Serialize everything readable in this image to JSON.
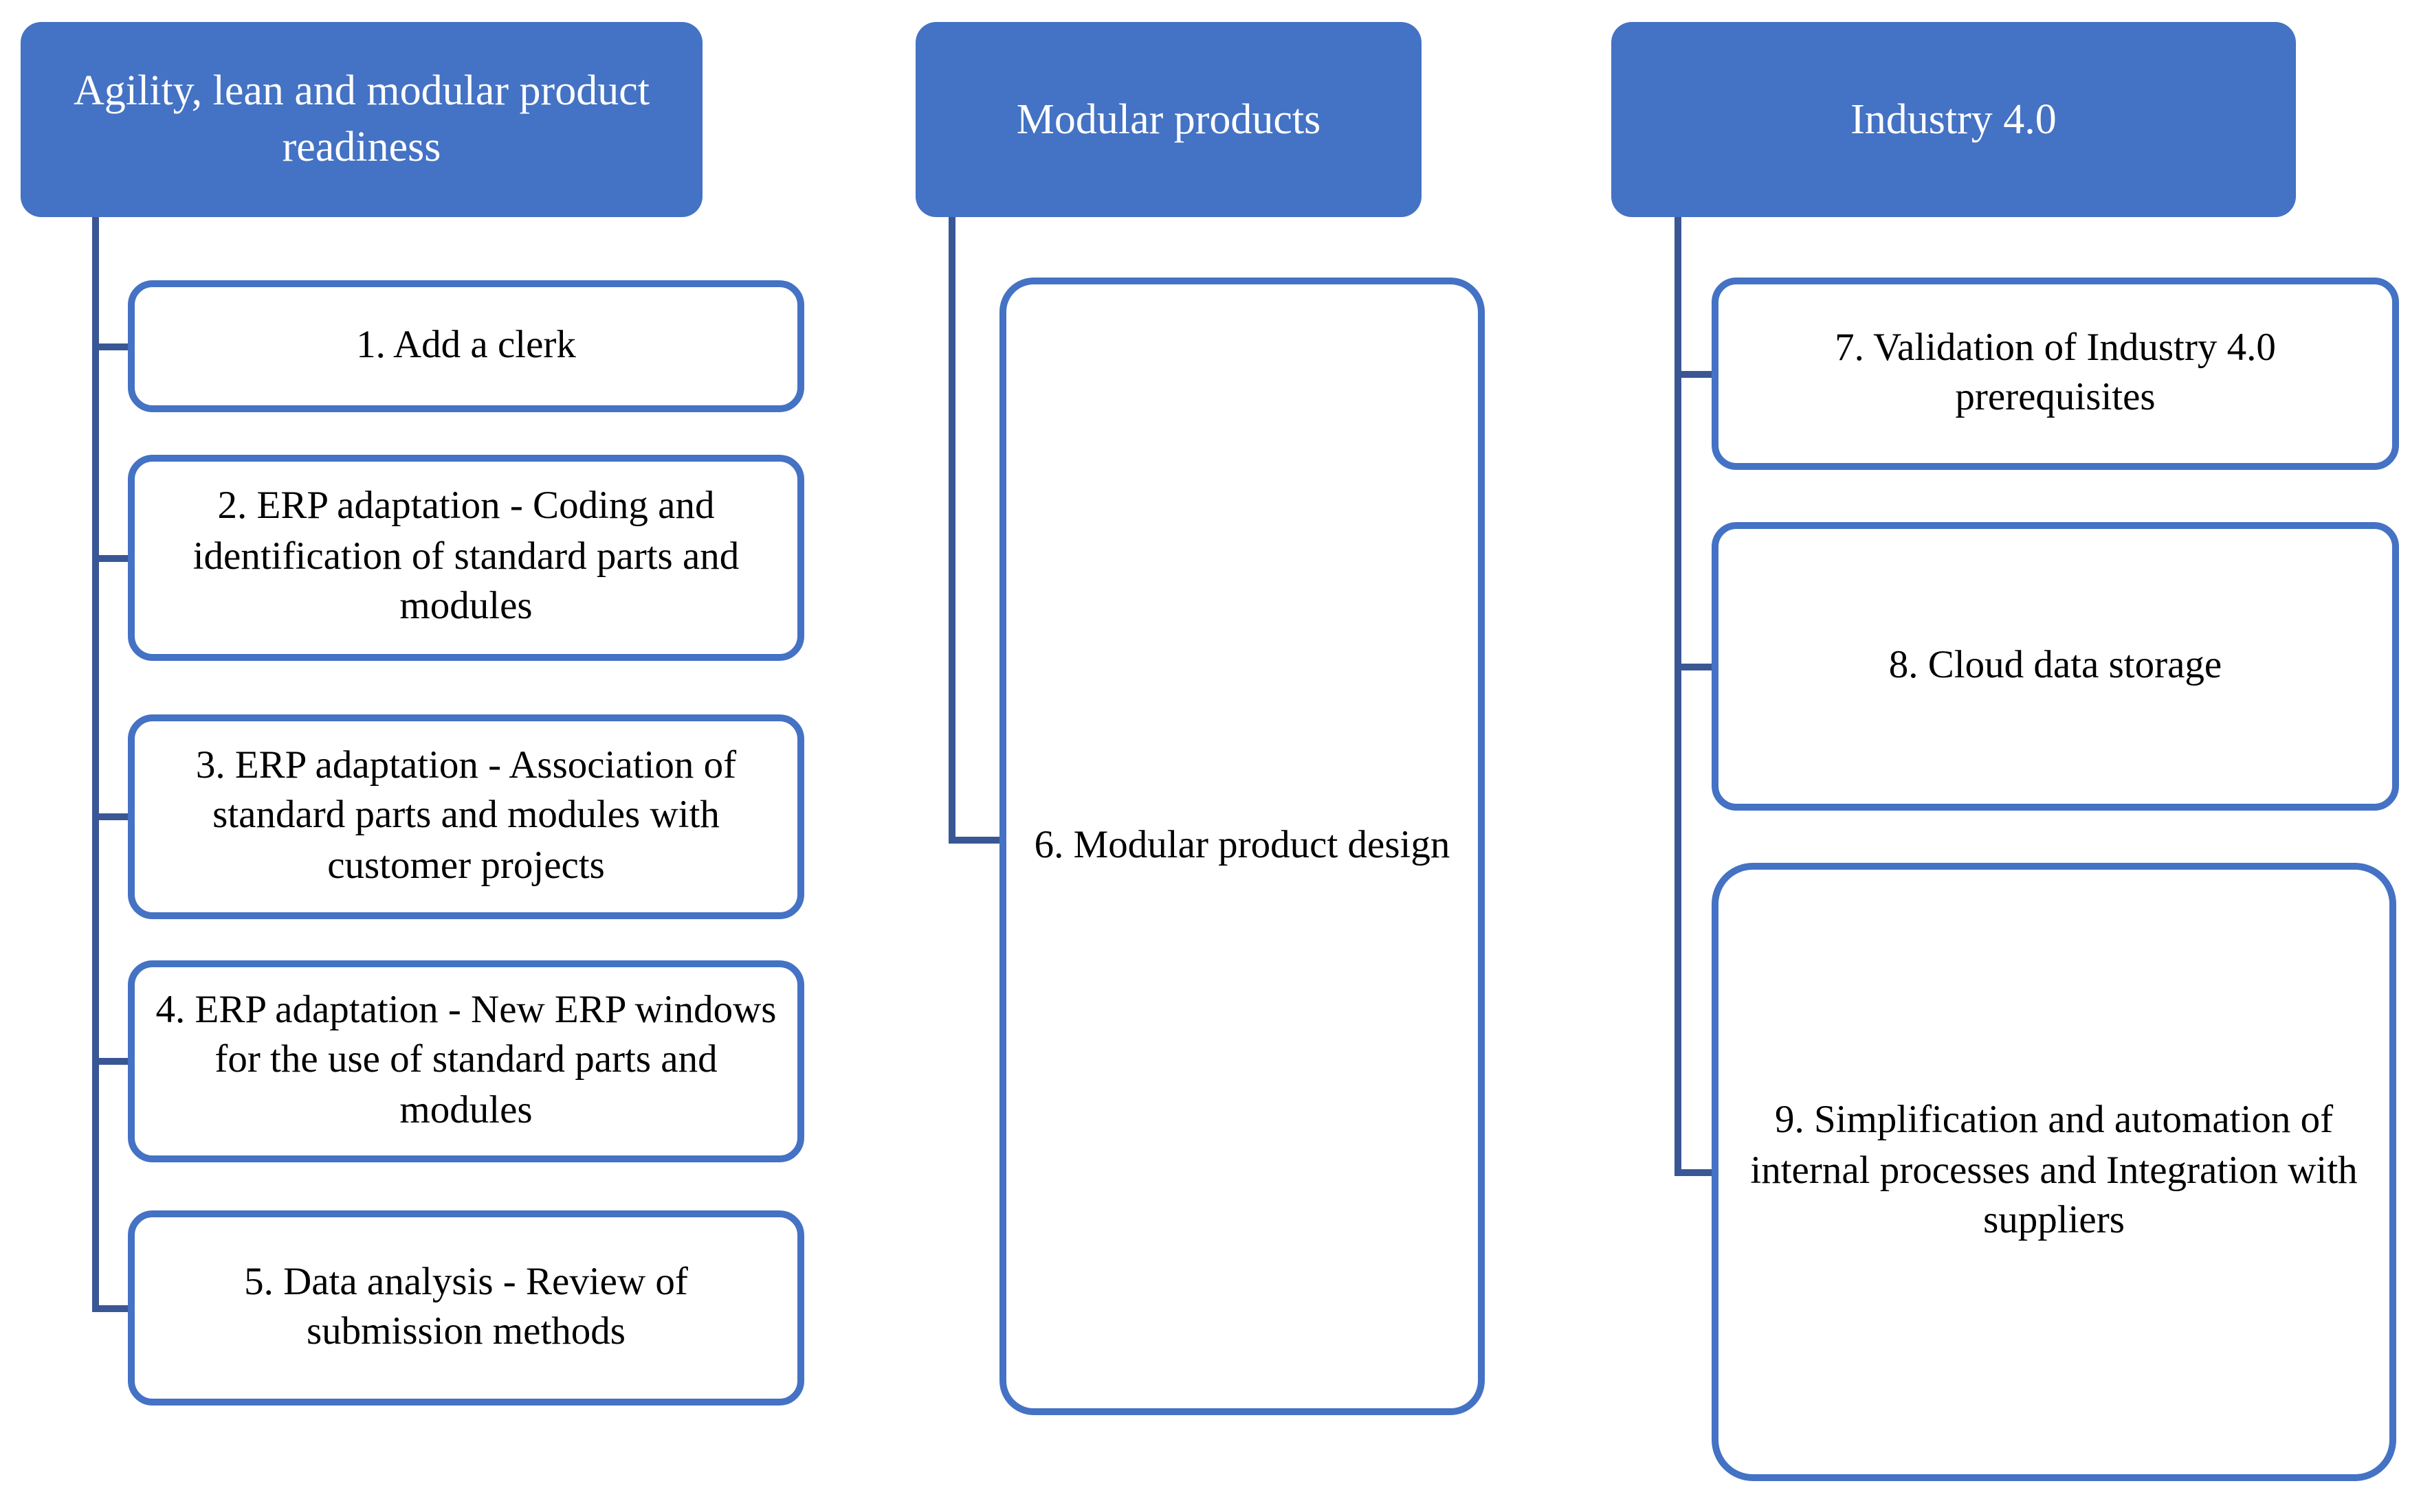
{
  "diagram": {
    "columns": [
      {
        "header": "Agility, lean and modular product readiness",
        "items": [
          "1. Add a clerk",
          "2. ERP adaptation - Coding and identification of standard parts and modules",
          "3. ERP adaptation - Association of standard parts and modules with customer projects",
          "4. ERP adaptation - New ERP windows for the use of standard parts and modules",
          "5. Data analysis - Review of submission methods"
        ]
      },
      {
        "header": "Modular products",
        "items": [
          "6. Modular product design"
        ]
      },
      {
        "header": "Industry 4.0",
        "items": [
          "7. Validation of Industry 4.0 prerequisites",
          "8. Cloud data storage",
          "9. Simplification and automation of internal processes and Integration with suppliers"
        ]
      }
    ],
    "colors": {
      "header_fill": "#4472C4",
      "header_text": "#FFFFFF",
      "box_border": "#4472C4",
      "box_text": "#000000",
      "connector": "#3A5795",
      "background": "#FFFFFF"
    }
  }
}
